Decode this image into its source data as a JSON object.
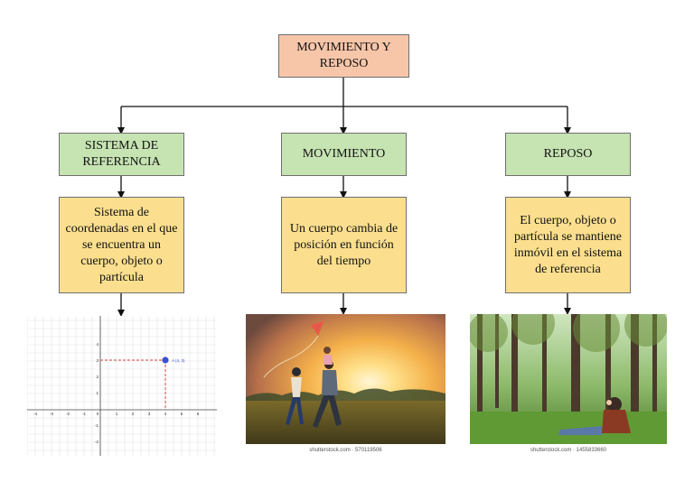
{
  "root": {
    "label": "MOVIMIENTO Y REPOSO"
  },
  "branches": [
    {
      "title": "SISTEMA DE REFERENCIA",
      "description": "Sistema de coordenadas en el que se encuentra un cuerpo, objeto o partícula"
    },
    {
      "title": "MOVIMIENTO",
      "description": "Un cuerpo cambia de posición en función del tiempo"
    },
    {
      "title": "REPOSO",
      "description": "El cuerpo, objeto o partícula se mantiene inmóvil en el sistema de referencia"
    }
  ],
  "images": {
    "grid": {
      "x_ticks": [
        "-4",
        "-3",
        "-2",
        "-1",
        "0",
        "1",
        "2",
        "3",
        "4",
        "5",
        "6"
      ],
      "y_ticks": [
        "4",
        "3",
        "2",
        "1",
        "-1",
        "-2",
        "-3"
      ],
      "point_label": "A (4, 3)"
    },
    "movement": {
      "credit": "shutterstock.com · 570119506"
    },
    "rest": {
      "credit": "shutterstock.com · 1455833660"
    }
  },
  "colors": {
    "root": "#f7c6a9",
    "heading": "#c6e3b2",
    "description": "#fbdf8e",
    "border": "#6f6f6f"
  }
}
